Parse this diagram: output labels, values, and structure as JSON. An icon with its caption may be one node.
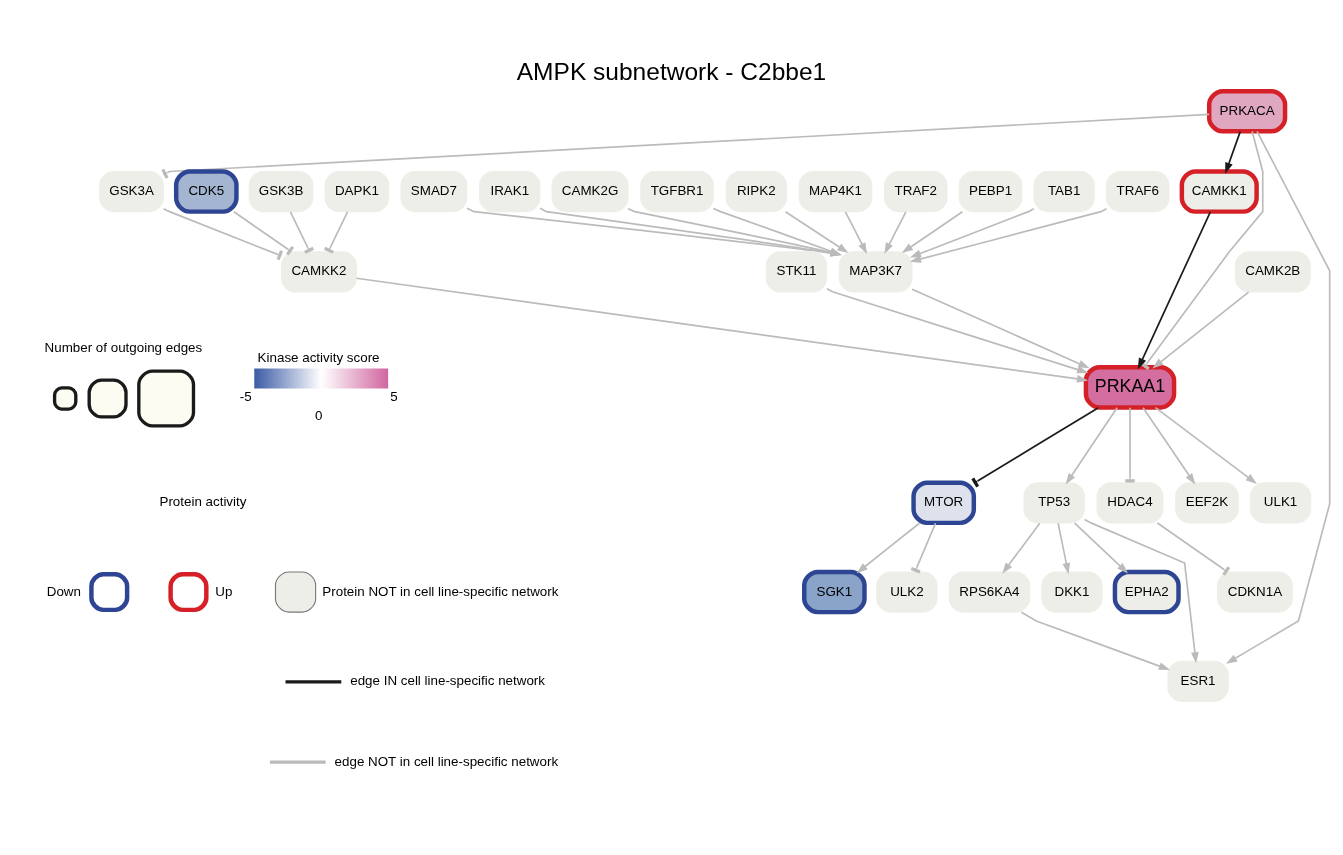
{
  "diagram": {
    "title": "AMPK subnetwork - C2bbe1",
    "nodes": [
      {
        "text": [
          "PRKACA"
        ]
      },
      {
        "text": [
          "GSK3A"
        ]
      },
      {
        "text": [
          "CDK5"
        ]
      },
      {
        "text": [
          "GSK3B"
        ]
      },
      {
        "text": [
          "DAPK1"
        ]
      },
      {
        "text": [
          "SMAD7"
        ]
      },
      {
        "text": [
          "IRAK1"
        ]
      },
      {
        "text": [
          "CAMK2G"
        ]
      },
      {
        "text": [
          "TGFBR1"
        ]
      },
      {
        "text": [
          "RIPK2"
        ]
      },
      {
        "text": [
          "MAP4K1"
        ]
      },
      {
        "text": [
          "TRAF2"
        ]
      },
      {
        "text": [
          "PEBP1"
        ]
      },
      {
        "text": [
          "TAB1"
        ]
      },
      {
        "text": [
          "TRAF6"
        ]
      },
      {
        "text": [
          "CAMKK1"
        ]
      },
      {
        "text": [
          "CAMKK2"
        ]
      },
      {
        "text": [
          "STK11"
        ]
      },
      {
        "text": [
          "MAP3K7"
        ]
      },
      {
        "text": [
          "CAMK2B"
        ]
      },
      {
        "text": [
          "PRKAA1"
        ]
      },
      {
        "text": [
          "MTOR"
        ]
      },
      {
        "text": [
          "TP53"
        ]
      },
      {
        "text": [
          "HDAC4"
        ]
      },
      {
        "text": [
          "EEF2K"
        ]
      },
      {
        "text": [
          "ULK1"
        ]
      },
      {
        "text": [
          "SGK1"
        ]
      },
      {
        "text": [
          "ULK2"
        ]
      },
      {
        "text": [
          "RPS6KA4"
        ]
      },
      {
        "text": [
          "DKK1"
        ]
      },
      {
        "text": [
          "EPHA2"
        ]
      },
      {
        "text": [
          "CDKN1A"
        ]
      },
      {
        "text": [
          "ESR1"
        ]
      }
    ],
    "edges": [
      {
        "from": 0,
        "to": 1,
        "arrow": "other"
      },
      {
        "from": 0,
        "to": 15,
        "arrow": "to",
        "color": "#1a1a1a"
      },
      {
        "from": 1,
        "to": 16,
        "arrow": "other"
      },
      {
        "from": 2,
        "to": 16,
        "arrow": "other"
      },
      {
        "from": 3,
        "to": 16,
        "arrow": "other"
      },
      {
        "from": 4,
        "to": 16,
        "arrow": "other"
      },
      {
        "from": 5,
        "to": 18,
        "arrow": "to"
      },
      {
        "from": 6,
        "to": 18,
        "arrow": "to"
      },
      {
        "from": 7,
        "to": 18,
        "arrow": "to"
      },
      {
        "from": 8,
        "to": 18,
        "arrow": "to"
      },
      {
        "from": 9,
        "to": 18,
        "arrow": "to"
      },
      {
        "from": 10,
        "to": 18,
        "arrow": "to"
      },
      {
        "from": 11,
        "to": 18,
        "arrow": "to"
      },
      {
        "from": 12,
        "to": 18,
        "arrow": "to"
      },
      {
        "from": 13,
        "to": 18,
        "arrow": "to"
      },
      {
        "from": 14,
        "to": 18,
        "arrow": "to"
      },
      {
        "from": 16,
        "to": 20,
        "arrow": "to"
      },
      {
        "from": 17,
        "to": 20,
        "arrow": "to"
      },
      {
        "from": 18,
        "to": 20,
        "arrow": "to"
      },
      {
        "from": 19,
        "to": 20,
        "arrow": "to"
      },
      {
        "from": 0,
        "to": 20,
        "arrow": "other"
      },
      {
        "from": 15,
        "to": 20,
        "arrow": "to",
        "color": "#1a1a1a"
      },
      {
        "from": 0,
        "to": 32,
        "arrow": "to"
      },
      {
        "from": 20,
        "to": 21,
        "arrow": "other",
        "color": "#1a1a1a"
      },
      {
        "from": 20,
        "to": 22,
        "arrow": "to"
      },
      {
        "from": 20,
        "to": 23,
        "arrow": "other"
      },
      {
        "from": 20,
        "to": 24,
        "arrow": "to"
      },
      {
        "from": 20,
        "to": 25,
        "arrow": "to"
      },
      {
        "from": 21,
        "to": 26,
        "arrow": "to"
      },
      {
        "from": 21,
        "to": 27,
        "arrow": "other"
      },
      {
        "from": 22,
        "to": 28,
        "arrow": "to"
      },
      {
        "from": 22,
        "to": 32,
        "arrow": "to"
      },
      {
        "from": 22,
        "to": 29,
        "arrow": "to"
      },
      {
        "from": 22,
        "to": 30,
        "arrow": "to"
      },
      {
        "from": 23,
        "to": 31,
        "arrow": "other"
      },
      {
        "from": 28,
        "to": 32,
        "arrow": "to"
      }
    ],
    "labels": [
      "Kinase activity score",
      "-5",
      "0",
      "5",
      "Protein activity"
    ],
    "legend": [
      {
        "text": "Number of outgoing edges"
      },
      {
        "text": "Down"
      },
      {
        "text": "Up"
      },
      {
        "text": "Protein NOT in cell line-specific network"
      },
      {
        "text": "edge IN cell line-specific network"
      },
      {
        "text": "edge NOT in cell line-specific network"
      }
    ]
  }
}
